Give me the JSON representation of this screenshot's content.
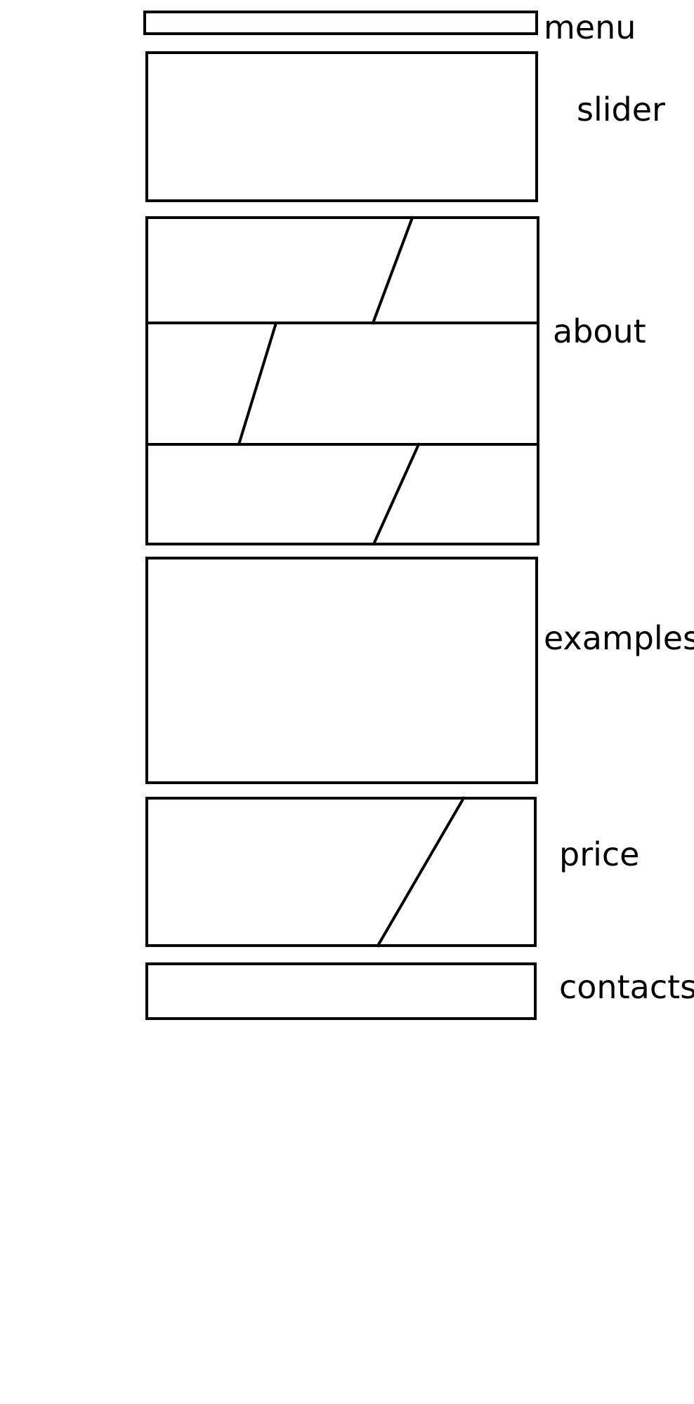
{
  "sections": {
    "menu": "menu",
    "slider": "slider",
    "about": "about",
    "examples": "examples",
    "price": "price",
    "contacts": "contacts"
  },
  "colors": {
    "stroke": "#000000",
    "background": "#ffffff"
  }
}
